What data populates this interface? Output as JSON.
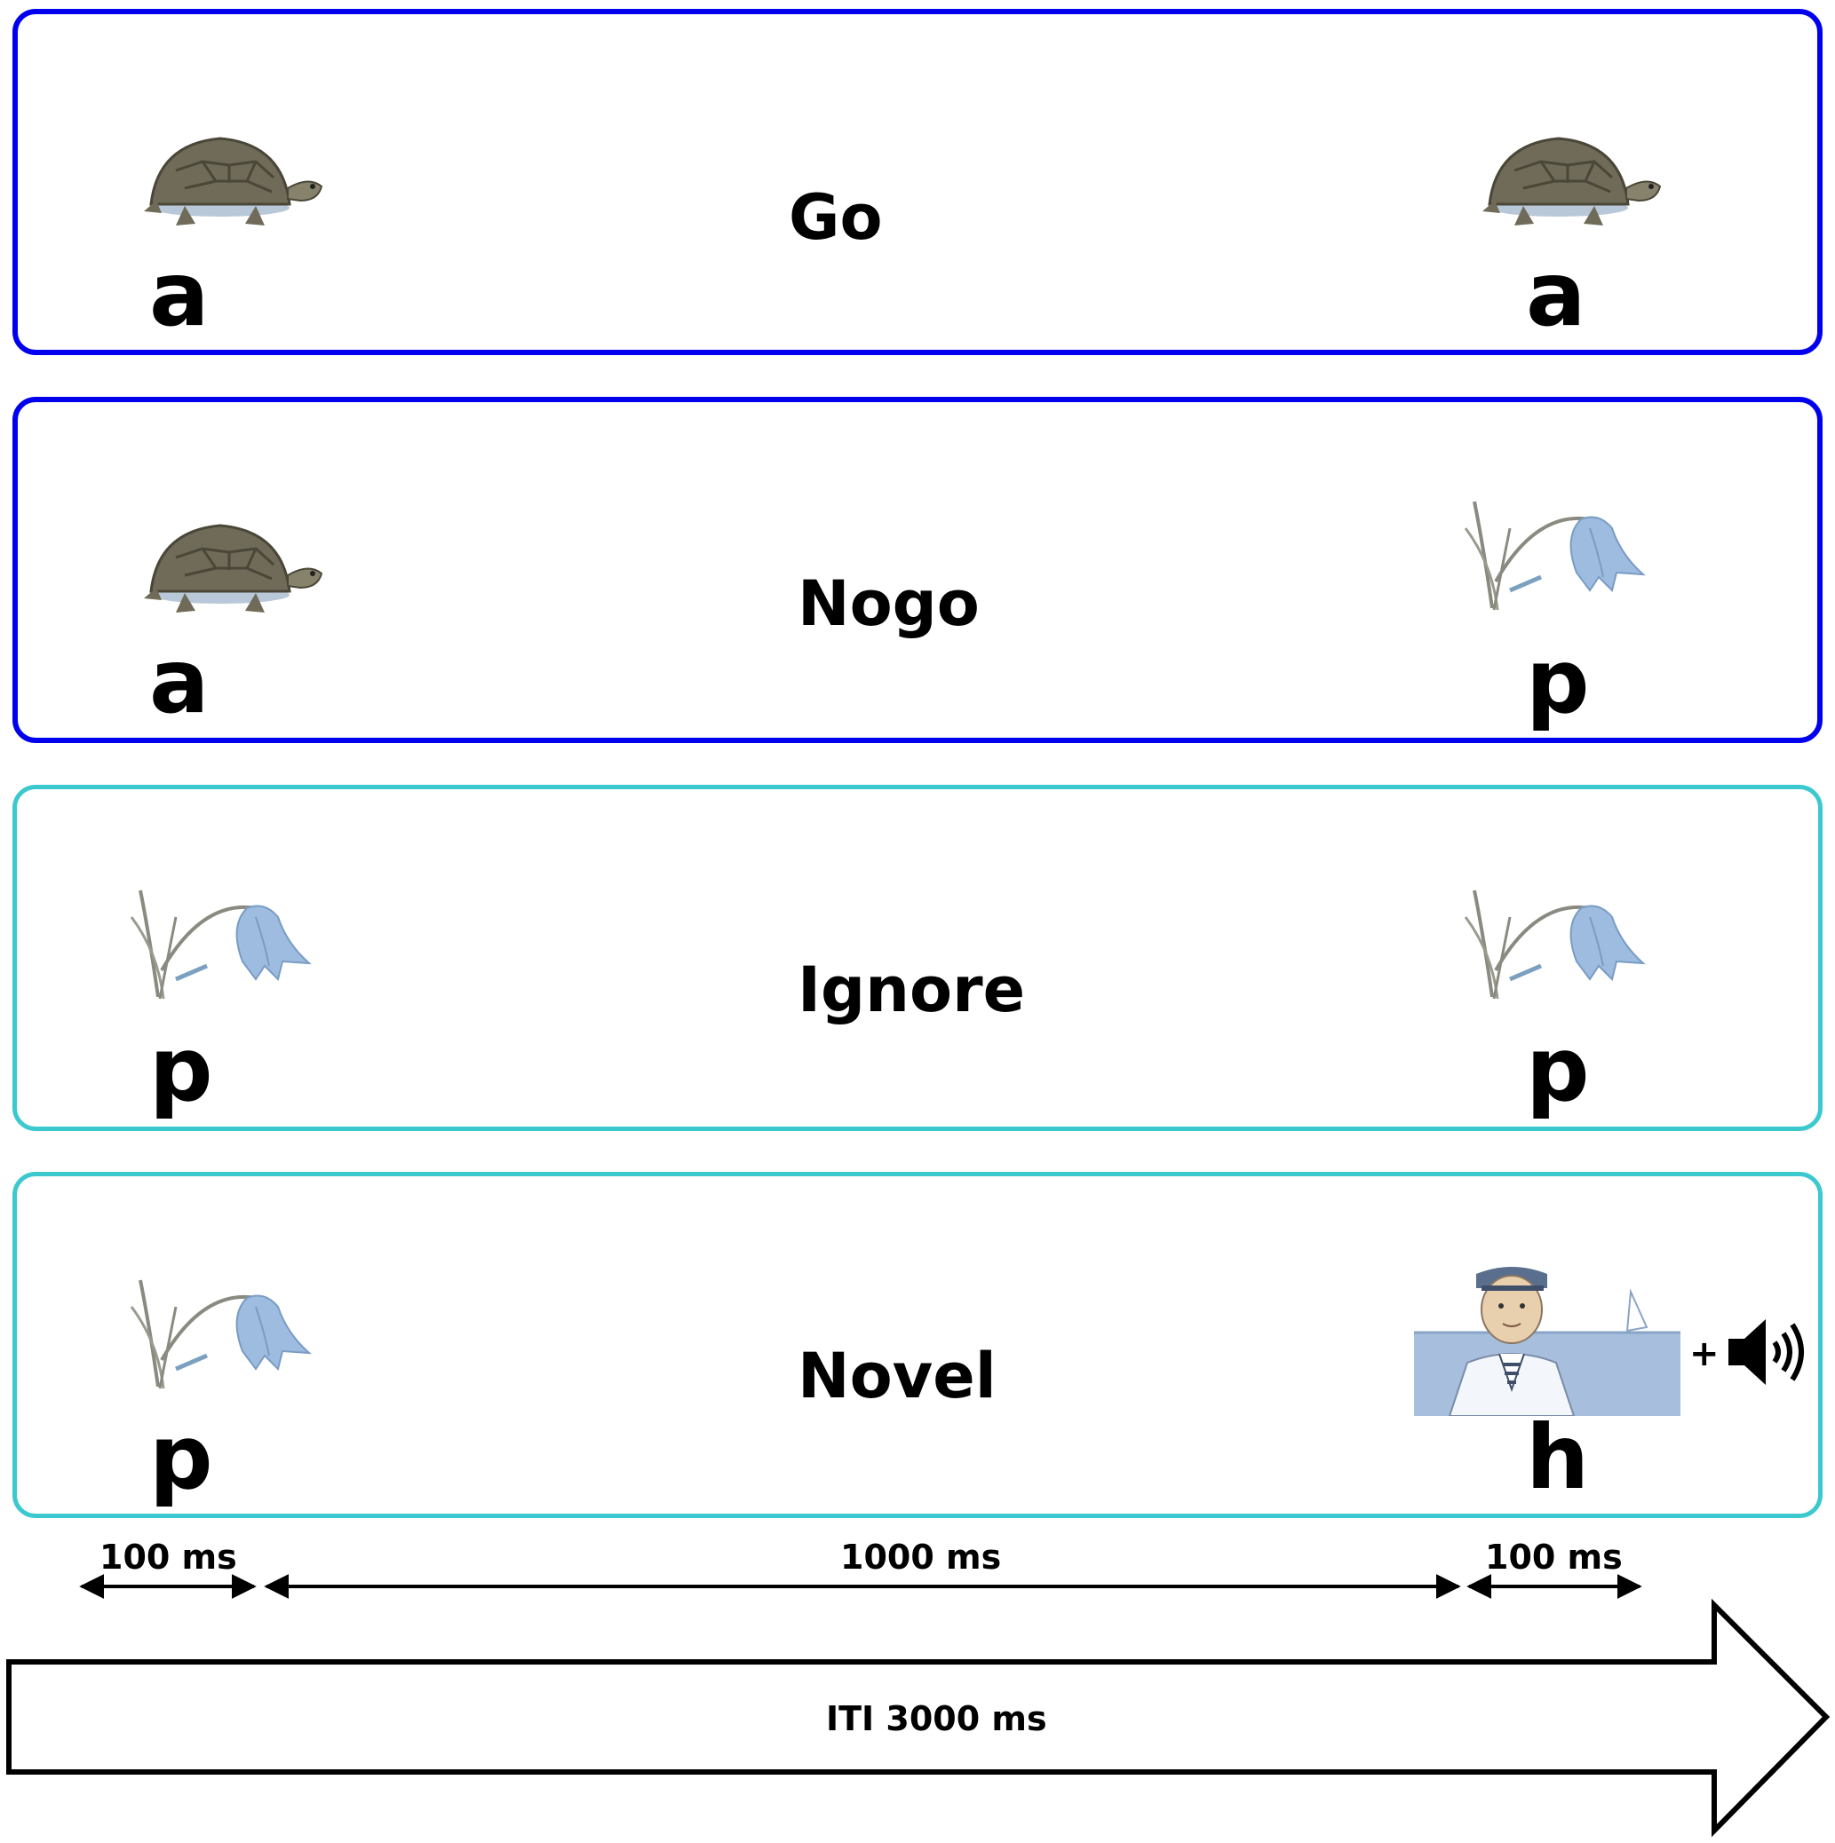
{
  "trials": [
    {
      "condition": "Go",
      "first_letter": "a",
      "second_letter": "a",
      "first_picture": "turtle",
      "second_picture": "turtle"
    },
    {
      "condition": "Nogo",
      "first_letter": "a",
      "second_letter": "p",
      "first_picture": "turtle",
      "second_picture": "bellflower"
    },
    {
      "condition": "Ignore",
      "first_letter": "p",
      "second_letter": "p",
      "first_picture": "bellflower",
      "second_picture": "bellflower"
    },
    {
      "condition": "Novel",
      "first_letter": "p",
      "second_letter": "h",
      "first_picture": "bellflower",
      "second_picture": "sailor",
      "extra": "+"
    }
  ],
  "timing": {
    "first": "100 ms",
    "delay": "1000 ms",
    "second": "100 ms",
    "iti": "ITI 3000 ms"
  },
  "colors": {
    "go_frame": "#0000ee",
    "ignore_frame": "#3cc8cf"
  },
  "icons": [
    "turtle-icon",
    "bellflower-icon",
    "sailor-icon",
    "speaker-icon"
  ]
}
